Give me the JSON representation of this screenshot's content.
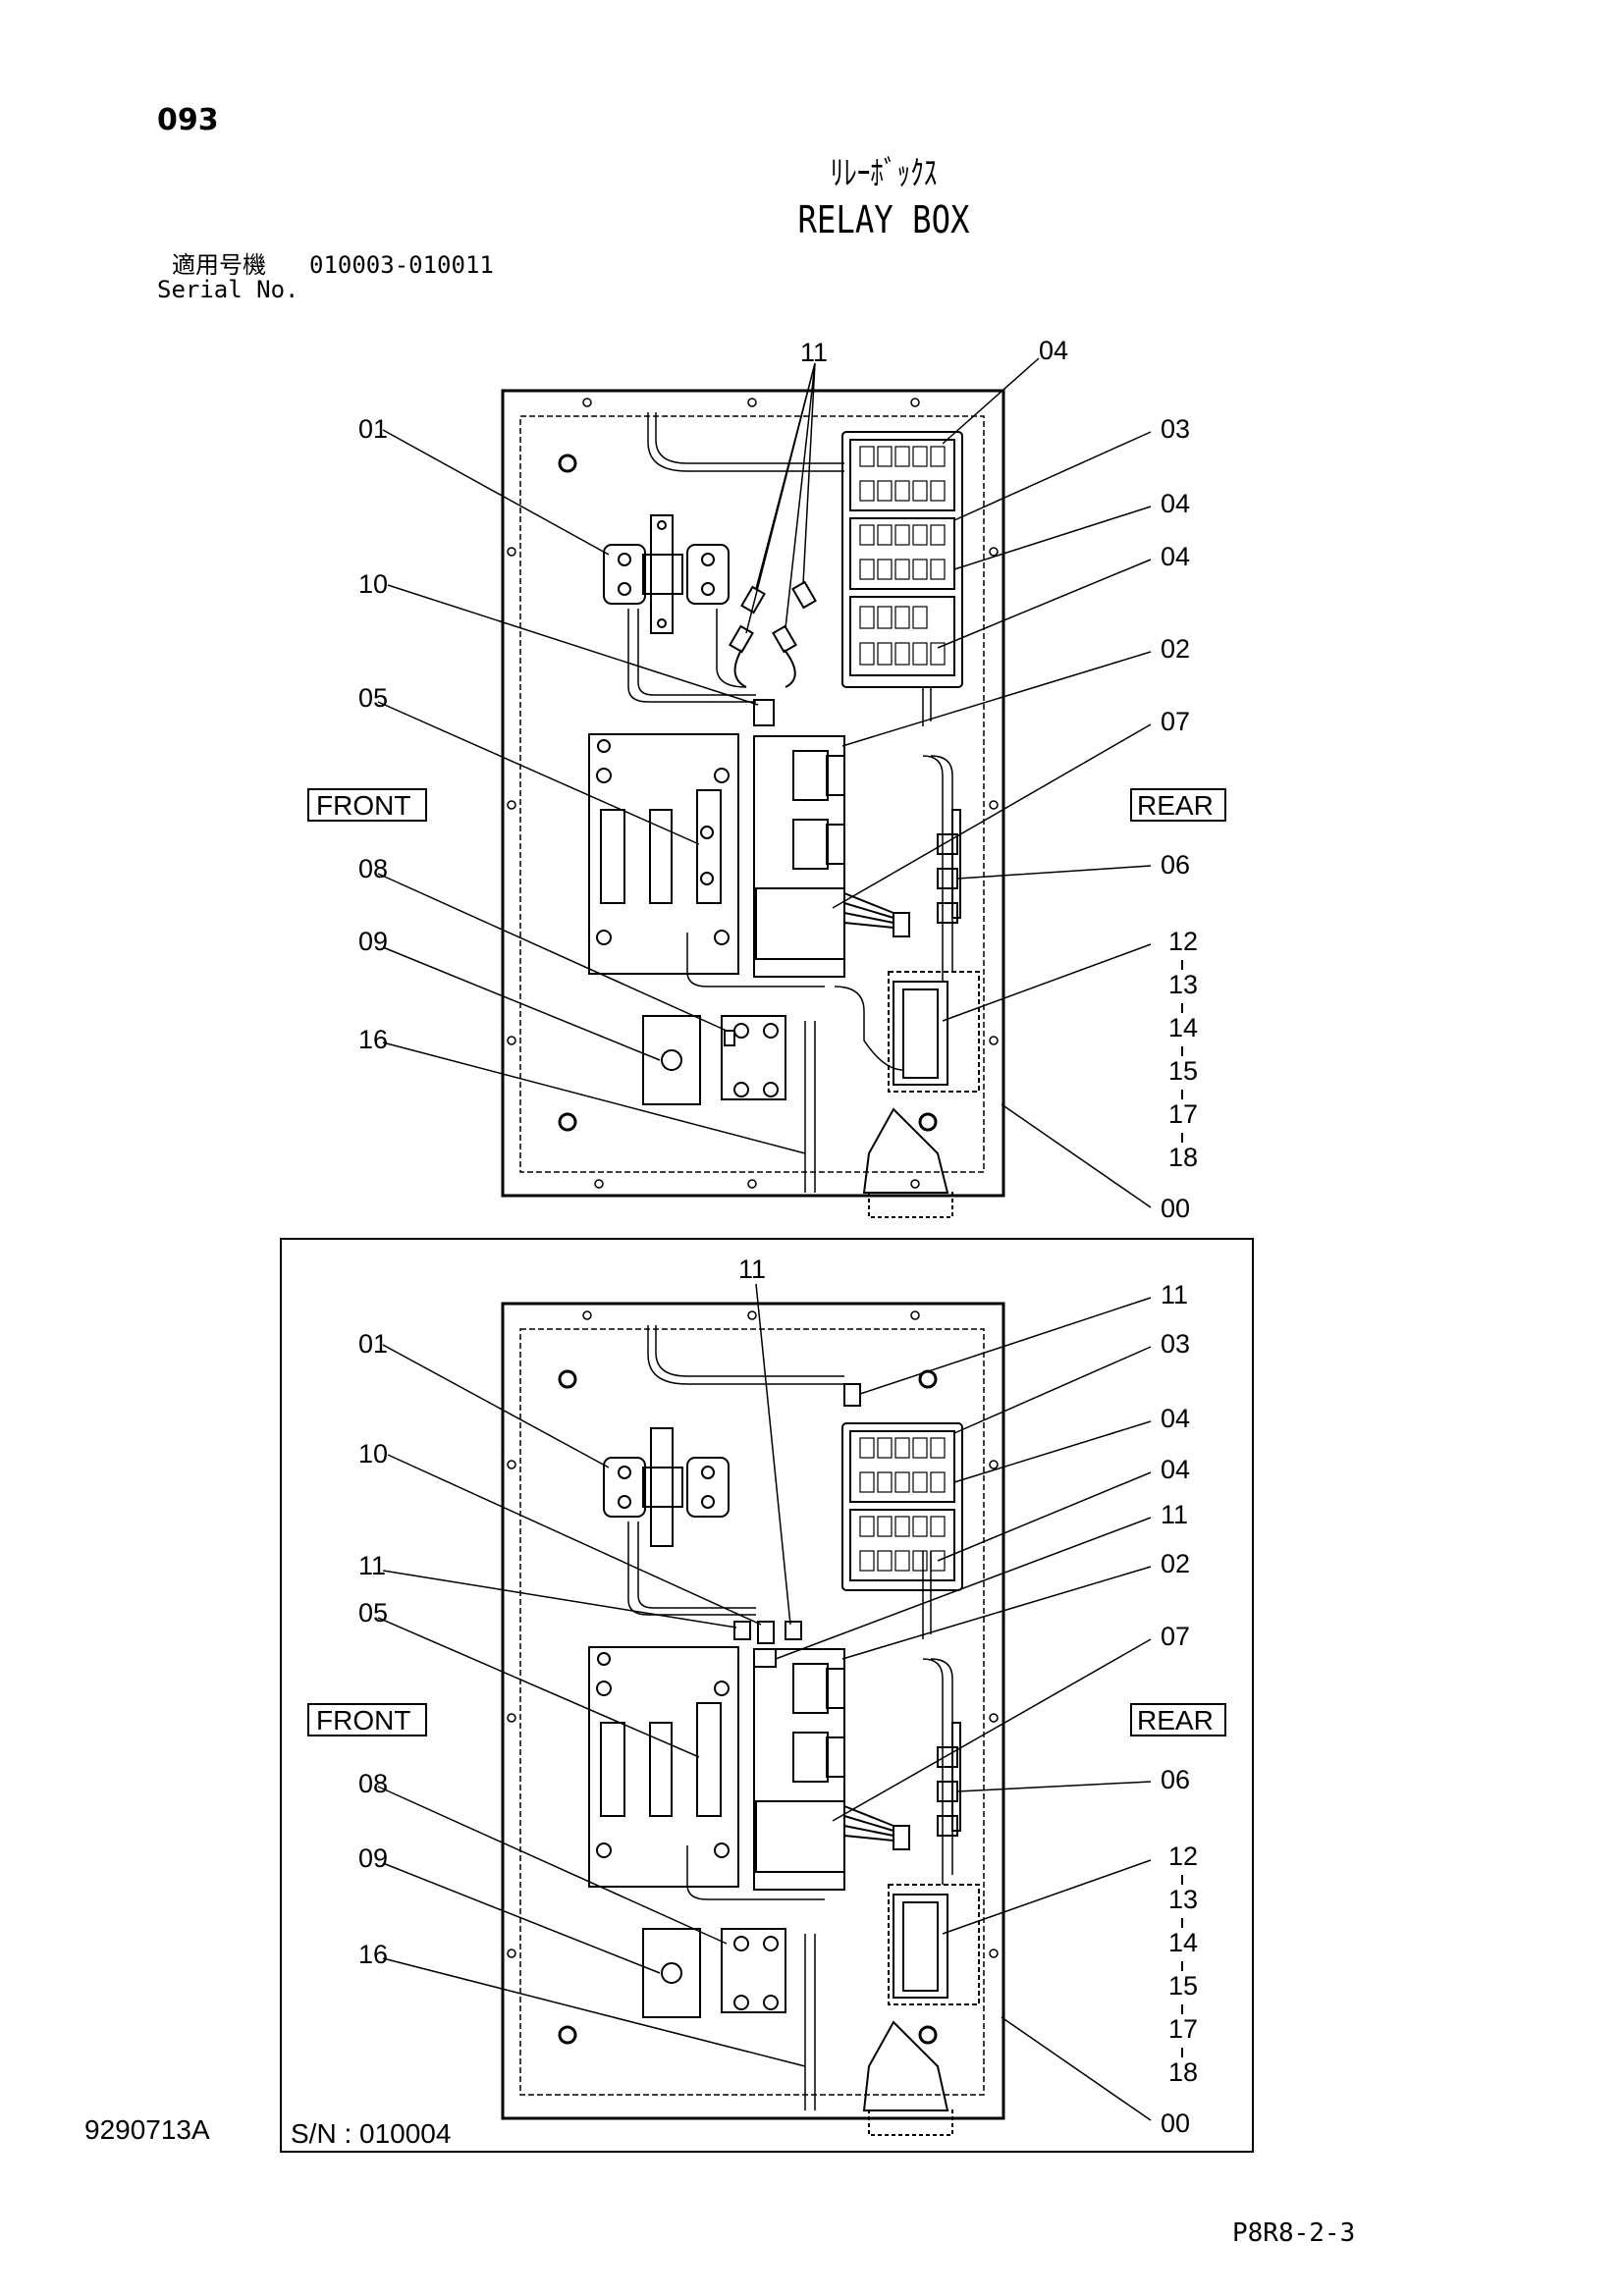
{
  "header": {
    "page_number": "093",
    "title_jp": "ﾘﾚｰﾎﾞｯｸｽ",
    "title_en": "RELAY BOX",
    "serial_label_jp": "適用号機",
    "serial_range": "010003-010011",
    "serial_label_en": "Serial No."
  },
  "top_view": {
    "callouts_left": [
      "01",
      "10",
      "05",
      "08",
      "09",
      "16"
    ],
    "callouts_right": [
      "04",
      "03",
      "04",
      "04",
      "02",
      "07",
      "06",
      "12",
      "13",
      "14",
      "15",
      "17",
      "18",
      "00"
    ],
    "callout_top": "11",
    "front_label": "FRONT",
    "rear_label": "REAR"
  },
  "bottom_view": {
    "callouts_left": [
      "01",
      "10",
      "11",
      "05",
      "08",
      "09",
      "16"
    ],
    "callouts_right": [
      "11",
      "03",
      "04",
      "04",
      "11",
      "02",
      "07",
      "06",
      "12",
      "13",
      "14",
      "15",
      "17",
      "18",
      "00"
    ],
    "callout_top": "11",
    "front_label": "FRONT",
    "rear_label": "REAR",
    "serial_note": "S/N : 010004"
  },
  "footer": {
    "drawing_number": "9290713A",
    "page_code": "P8R8-2-3"
  }
}
